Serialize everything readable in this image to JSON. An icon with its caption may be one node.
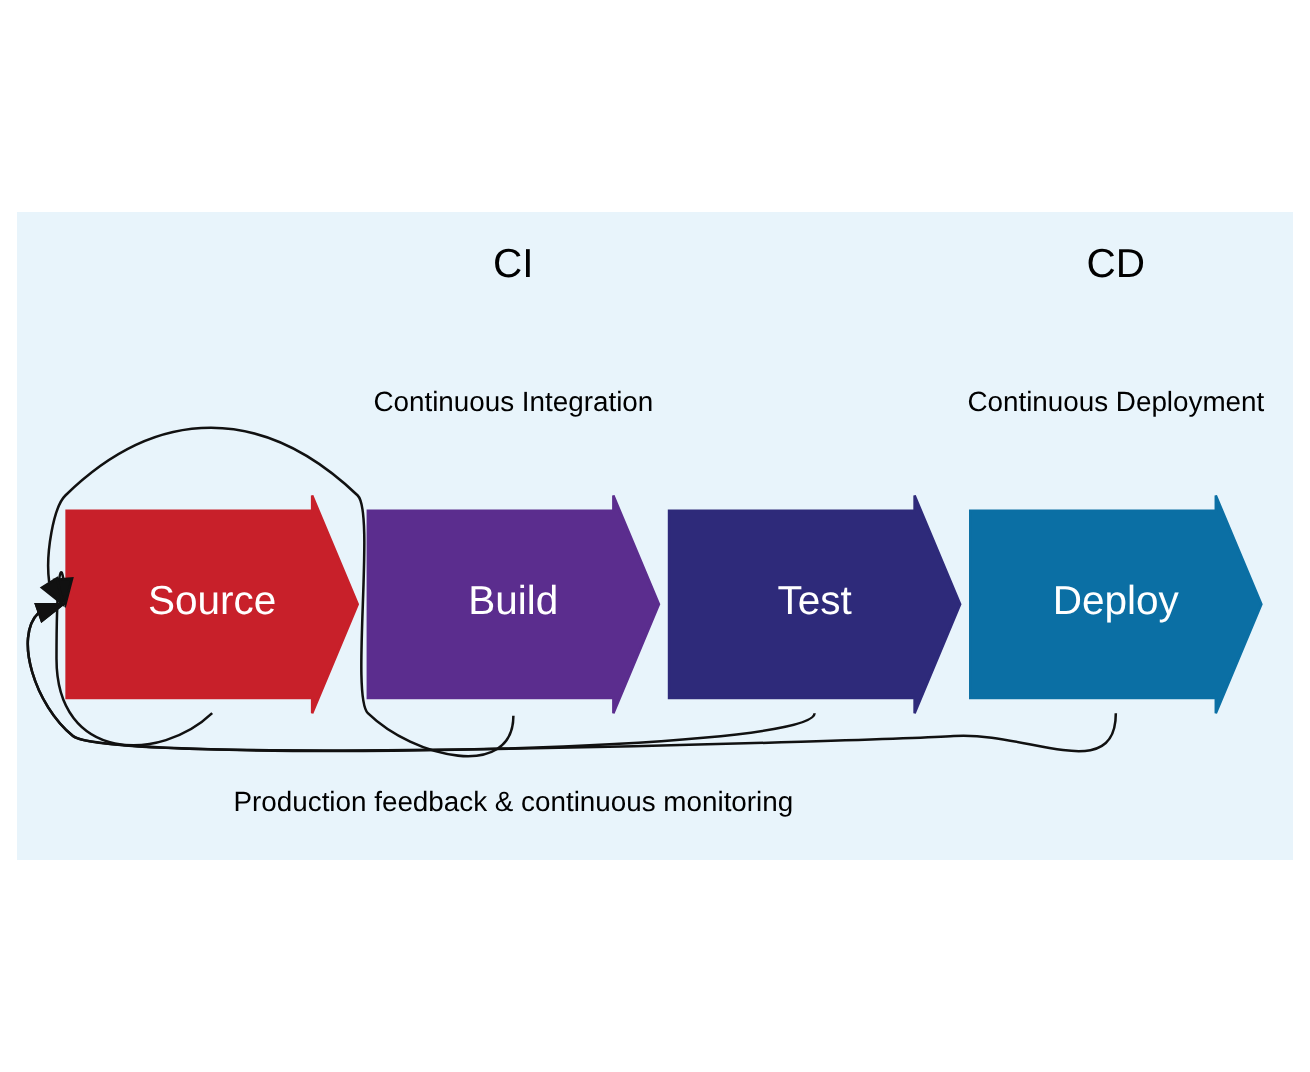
{
  "diagram": {
    "nodes": [
      {
        "text": [
          "Source"
        ]
      },
      {
        "text": [
          "Build"
        ]
      },
      {
        "text": [
          "Test"
        ]
      },
      {
        "text": [
          "Deploy"
        ]
      }
    ],
    "edges": [
      {
        "from": 0,
        "to": 0,
        "arrow": "to"
      },
      {
        "from": 1,
        "to": 0,
        "arrow": "to"
      },
      {
        "from": 2,
        "to": 0,
        "arrow": "to"
      },
      {
        "from": 3,
        "to": 0,
        "arrow": "to"
      }
    ],
    "labels": [
      "CI",
      "Continuous Integration",
      "CD",
      "Continuous Deployment",
      "Production feedback & continuous monitoring"
    ]
  }
}
